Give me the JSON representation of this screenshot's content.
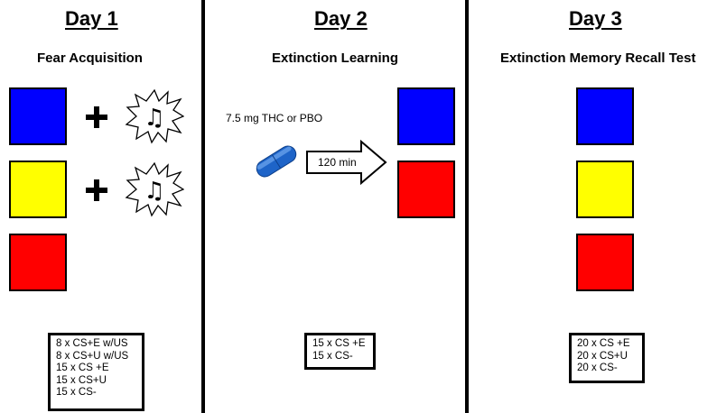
{
  "colors": {
    "blue": "#0000ff",
    "yellow": "#ffff00",
    "red": "#ff0000",
    "pill": "#1e64c8"
  },
  "icons": [
    "plus-sign-icon",
    "music-note-burst-icon",
    "capsule-pill-icon",
    "right-arrow-icon"
  ],
  "day1": {
    "title": "Day 1",
    "phase": "Fear Acquisition",
    "protocol": [
      "8 x CS+E w/US",
      "8 x CS+U w/US",
      "15 x CS +E",
      "15 x CS+U",
      "15 x CS-"
    ]
  },
  "day2": {
    "title": "Day 2",
    "phase": "Extinction Learning",
    "drug_label": "7.5 mg THC or PBO",
    "arrow_label": "120 min",
    "protocol": [
      "15 x CS +E",
      "15 x CS-"
    ]
  },
  "day3": {
    "title": "Day 3",
    "phase": "Extinction Memory Recall Test",
    "protocol": [
      "20 x CS +E",
      "20 x CS+U",
      "20 x CS-"
    ]
  }
}
